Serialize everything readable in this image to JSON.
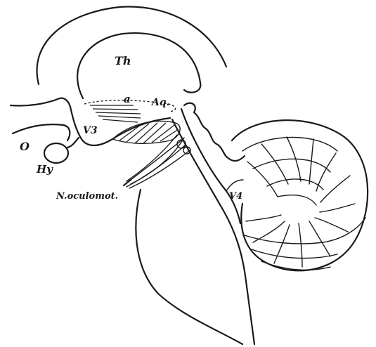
{
  "labels": {
    "thalamus": "Th",
    "aqueduct": "Aq.",
    "a": "a",
    "third_ventricle": "V3",
    "optic": "O",
    "hypophysis": "Hy",
    "oculomotor": "N.oculomot.",
    "fourth_ventricle": "V4"
  }
}
